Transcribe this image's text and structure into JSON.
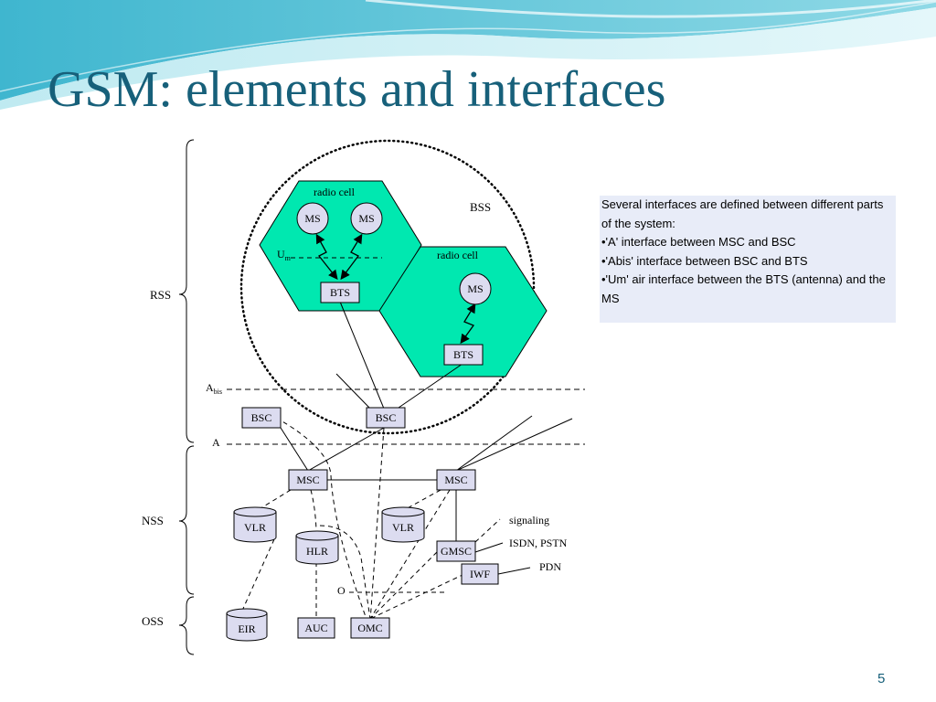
{
  "slide": {
    "title": "GSM: elements and interfaces",
    "page_number": "5"
  },
  "colors": {
    "accent": "#17607a",
    "cell_fill": "#00e8b0",
    "node_fill": "#dcdcf0",
    "note_bg": "#e8ecf8"
  },
  "diagram": {
    "groups": {
      "rss": "RSS",
      "nss": "NSS",
      "oss": "OSS",
      "bss": "BSS"
    },
    "cells": {
      "left": "radio cell",
      "right": "radio cell"
    },
    "interfaces": {
      "um": "U",
      "um_sub": "m",
      "abis": "A",
      "abis_sub": "bis",
      "a": "A",
      "o": "O"
    },
    "nodes": {
      "ms1": "MS",
      "ms2": "MS",
      "ms3": "MS",
      "bts1": "BTS",
      "bts2": "BTS",
      "bsc1": "BSC",
      "bsc2": "BSC",
      "msc1": "MSC",
      "msc2": "MSC",
      "vlr1": "VLR",
      "vlr2": "VLR",
      "hlr": "HLR",
      "gmsc": "GMSC",
      "iwf": "IWF",
      "eir": "EIR",
      "auc": "AUC",
      "omc": "OMC"
    },
    "external": {
      "signaling": "signaling",
      "isdn": "ISDN, PSTN",
      "pdn": "PDN"
    }
  },
  "notes": {
    "intro": "Several interfaces are defined between different parts of the system:",
    "items": [
      "•'A' interface between MSC and BSC",
      "•'Abis' interface between BSC and BTS",
      "•'Um' air interface between the BTS (antenna) and the MS"
    ]
  }
}
